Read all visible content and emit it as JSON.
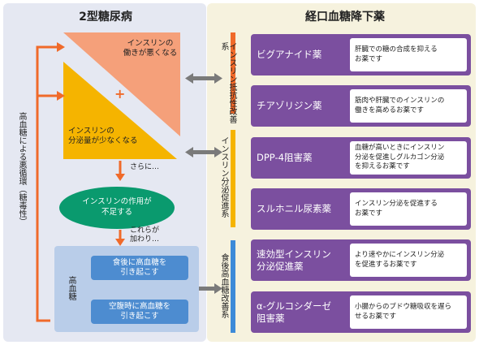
{
  "left_panel": {
    "title": "2型糖尿病",
    "vicious_cycle": "高血糖による悪循環（糖毒性）",
    "insulin_resistance": "インスリンの\n働きが悪くなる",
    "insulin_secretion": "インスリンの\n分泌量が少なくなる",
    "plus": "+",
    "further": "さらに…",
    "insulin_insufficient": "インスリンの作用が\n不足する",
    "combined": "これらが\n加わり…",
    "hyperglycemia": "高血糖",
    "postprandial": "食後に高血糖を\n引き起こす",
    "fasting": "空腹時に高血糖を\n引き起こす"
  },
  "right_panel": {
    "title": "経口血糖降下薬",
    "groups": [
      {
        "label": "インスリン抵抗性改善系",
        "color": "#f06a2a"
      },
      {
        "label": "インスリン分泌促進系",
        "color": "#f5b400"
      },
      {
        "label": "食後高血糖改善系",
        "color": "#3c8ad8"
      }
    ],
    "drugs": [
      {
        "name": "ビグアナイド薬",
        "desc": "肝臓での糖の合成を抑える\nお薬です"
      },
      {
        "name": "チアゾリジン薬",
        "desc": "筋肉や肝臓でのインスリンの\n働きを高めるお薬です"
      },
      {
        "name": "DPP-4阻害薬",
        "desc": "血糖が高いときにインスリン\n分泌を促進しグルカゴン分泌\nを抑えるお薬です"
      },
      {
        "name": "スルホニル尿素薬",
        "desc": "インスリン分泌を促進する\nお薬です"
      },
      {
        "name": "速効型インスリン\n分泌促進薬",
        "desc": "より速やかにインスリン分泌\nを促進するお薬です"
      },
      {
        "name": "α-グルコシダーゼ\n阻害薬",
        "desc": "小腸からのブドウ糖吸収を遅ら\nせるお薬です"
      }
    ]
  },
  "colors": {
    "orange_arrow": "#f06a2a",
    "salmon_triangle": "#f5a07a",
    "yellow_triangle": "#f5b400",
    "green_ellipse": "#0a9a6e",
    "drug_purple": "#7b4f9f",
    "cause_blue": "#4d8cd0",
    "hyper_box": "#b9cde9",
    "connector_gray": "#7a7a7a"
  }
}
